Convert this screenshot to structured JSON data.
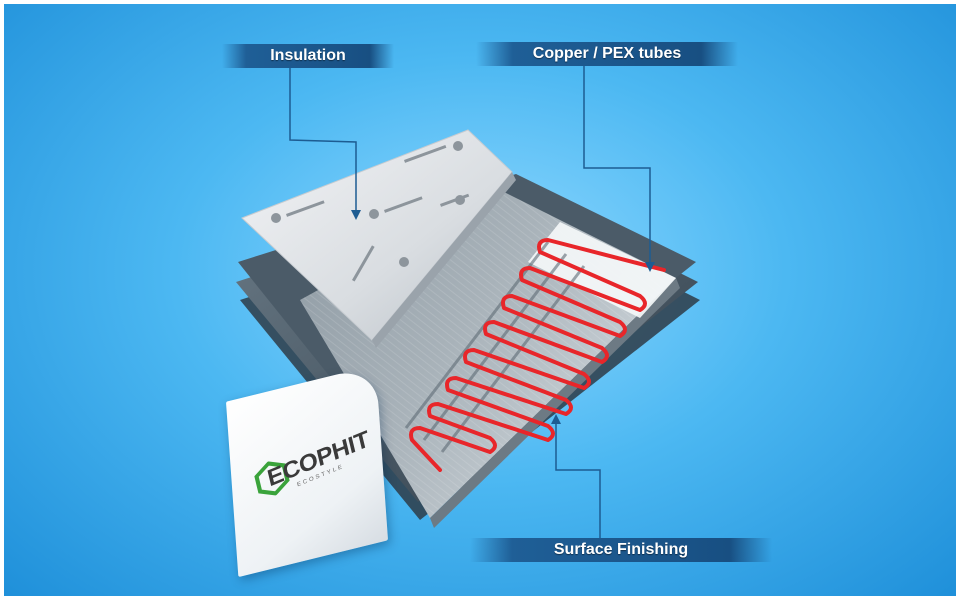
{
  "labels": {
    "insulation": "Insulation",
    "tubes": "Copper / PEX tubes",
    "surface": "Surface Finishing"
  },
  "brand": {
    "name": "ECOPHIT",
    "sub": "ECOSTYLE"
  },
  "colors": {
    "tube": "#e8262a",
    "logo_green": "#3aa33b",
    "callout_bg": "#1f5f97",
    "background": "#4cb8f2"
  }
}
